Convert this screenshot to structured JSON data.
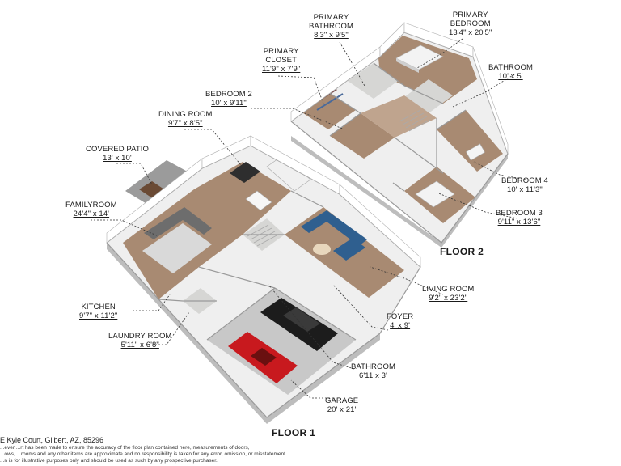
{
  "floors": {
    "floor1": "FLOOR 1",
    "floor2": "FLOOR 2"
  },
  "rooms": {
    "primary_bathroom": {
      "name": "PRIMARY BATHROOM",
      "name_l1": "PRIMARY",
      "name_l2": "BATHROOM",
      "dims": "8'3\" x 9'5\""
    },
    "primary_bedroom": {
      "name": "PRIMARY BEDROOM",
      "name_l1": "PRIMARY",
      "name_l2": "BEDROOM",
      "dims": "13'4\" x 20'5\""
    },
    "primary_closet": {
      "name": "PRIMARY CLOSET",
      "name_l1": "PRIMARY",
      "name_l2": "CLOSET",
      "dims": "11'9\" x 7'9\""
    },
    "bathroom_upper": {
      "name": "BATHROOM",
      "dims": "10' x 5'"
    },
    "bedroom2": {
      "name": "BEDROOM 2",
      "dims": "10' x 9'11\""
    },
    "dining_room": {
      "name": "DINING ROOM",
      "dims": "9'7\" x 8'5\""
    },
    "covered_patio": {
      "name": "COVERED PATIO",
      "dims": "13' x 10'"
    },
    "bedroom4": {
      "name": "BEDROOM 4",
      "dims": "10' x 11'3\""
    },
    "bedroom3": {
      "name": "BEDROOM 3",
      "dims": "9'11\" x 13'6\""
    },
    "familyroom": {
      "name": "FAMILYROOM",
      "dims": "24'4\" x 14'"
    },
    "living_room": {
      "name": "LIVING ROOM",
      "dims": "9'2\" x 23'2\""
    },
    "kitchen": {
      "name": "KITCHEN",
      "dims": "9'7\" x 11'2\""
    },
    "foyer": {
      "name": "FOYER",
      "dims": "4' x 9'"
    },
    "laundry_room": {
      "name": "LAUNDRY ROOM",
      "dims": "5'11\" x 6'8\""
    },
    "bathroom_lower": {
      "name": "BATHROOM",
      "dims": "6'11 x 3'"
    },
    "garage": {
      "name": "GARAGE",
      "dims": "20' x 21'"
    }
  },
  "footer": {
    "address": "E Kyle Court, Gilbert, AZ, 85296",
    "line1": "...ever ...rt has been made to ensure the accuracy of the floor plan contained here, measurements of doors,",
    "line2": "...ows, ...rooms and any other items are approximate and no responsibility is taken for any error, omission, or misstatement.",
    "line3": "...n is for illustrative purposes only and should be used as such by any prospective purchaser."
  },
  "colors": {
    "wall_top": "#ffffff",
    "wall_side": "#cfcfcf",
    "wall_dark": "#9a9a9a",
    "floor_wood": "#a88a72",
    "floor_tile": "#d6d6d4",
    "garage_floor": "#c8c8c8",
    "sofa_blue": "#2f5f8f",
    "sofa_gray": "#6d6d6d",
    "car_red": "#c8191e",
    "car_black": "#1c1c1c"
  }
}
